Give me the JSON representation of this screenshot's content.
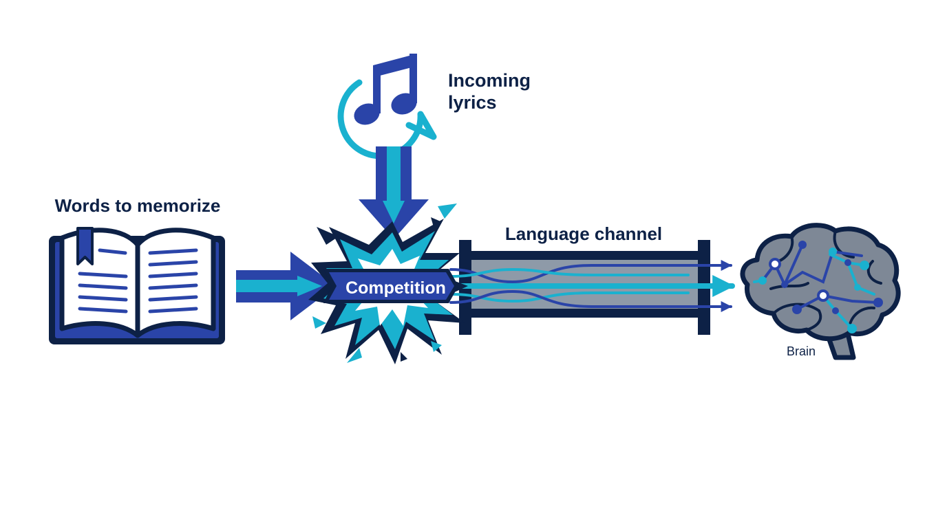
{
  "labels": {
    "incoming": [
      "Incoming",
      "lyrics"
    ],
    "words_to_memorize": "Words to memorize",
    "competition": "Competition",
    "language_channel": "Language channel",
    "brain": "Brain"
  },
  "colors": {
    "navy": "#0d2146",
    "royal_blue": "#2a44a8",
    "cyan": "#1ab1cf",
    "channel_gray": "#8e9aa8",
    "brain_gray": "#7e8896",
    "background": "#ffffff"
  },
  "icons": {
    "music": "music-note-speech-bubble-icon",
    "book": "open-book-icon",
    "burst": "collision-burst-icon",
    "brain": "brain-network-icon"
  }
}
